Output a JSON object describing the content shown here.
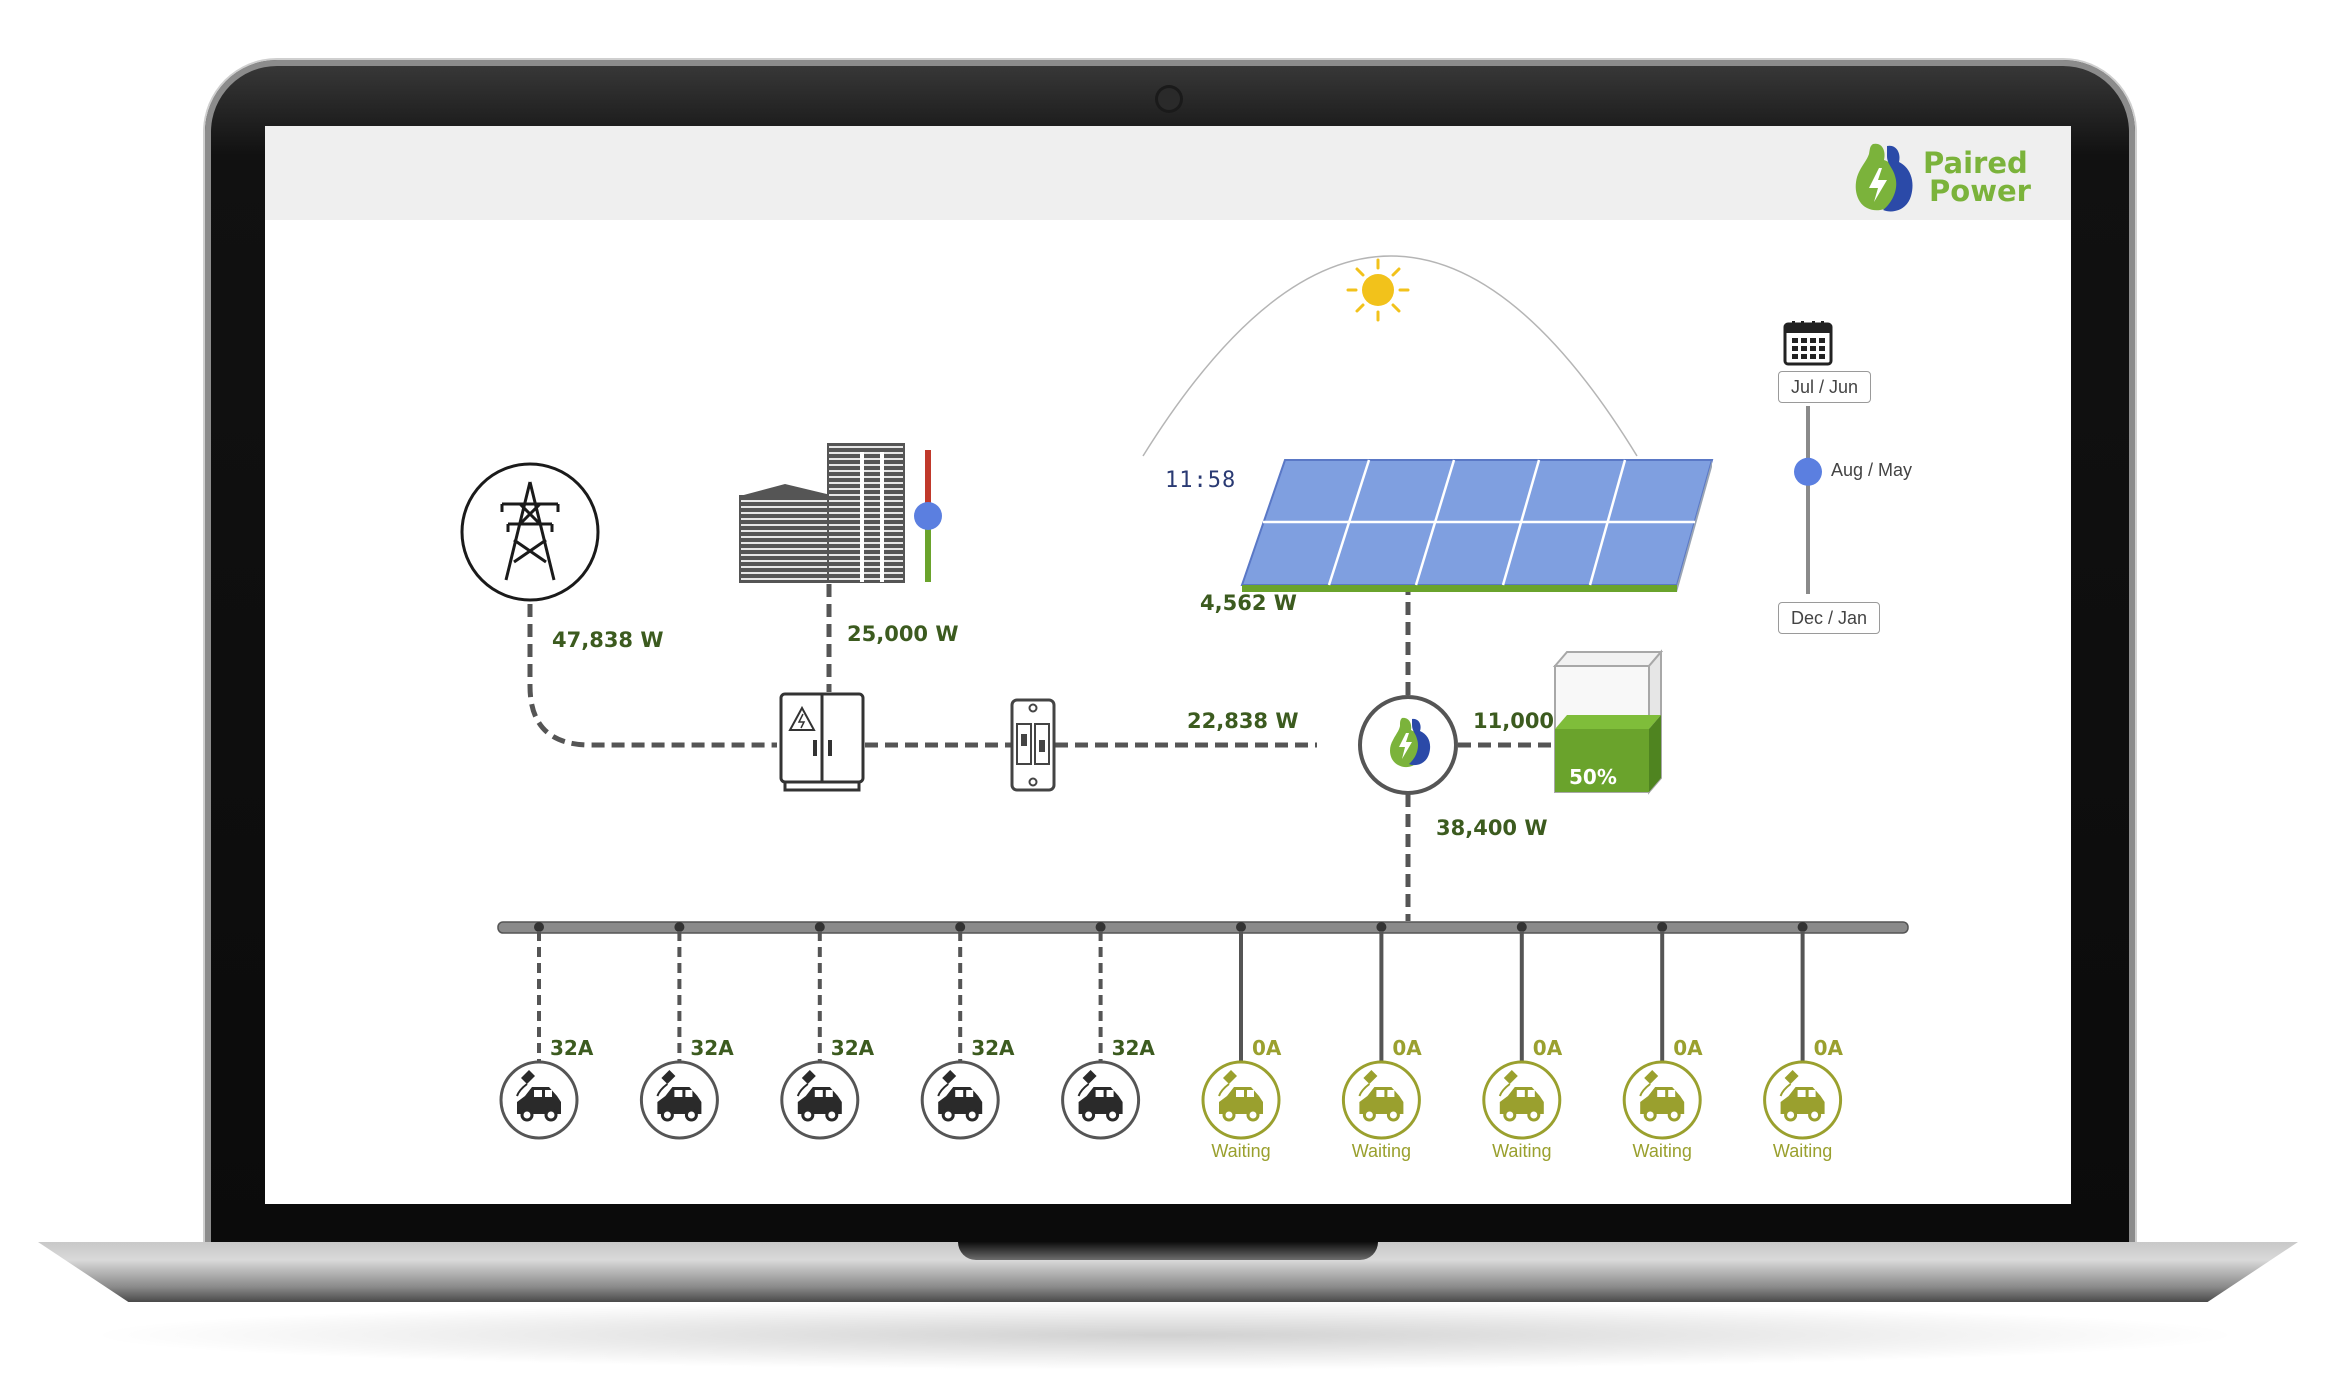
{
  "brand": {
    "line1": "Paired",
    "line2": "Power",
    "color": "#7bb33b"
  },
  "flows": {
    "grid": "47,838 W",
    "building": "25,000 W",
    "solar": "4,562 W",
    "to_hub": "22,838 W",
    "battery": "11,000 W",
    "chargers": "38,400 W"
  },
  "solar_clock": "11:58",
  "battery": {
    "level_pct": 50,
    "label": "50%"
  },
  "building_slider": {
    "level": 0.5
  },
  "season_selector": {
    "top": "Jul / Jun",
    "selected": "Aug / May",
    "bottom": "Dec / Jan",
    "selected_fraction": 0.35
  },
  "chargers": [
    {
      "current": "32A",
      "status": "",
      "active": true
    },
    {
      "current": "32A",
      "status": "",
      "active": true
    },
    {
      "current": "32A",
      "status": "",
      "active": true
    },
    {
      "current": "32A",
      "status": "",
      "active": true
    },
    {
      "current": "32A",
      "status": "",
      "active": true
    },
    {
      "current": "0A",
      "status": "Waiting",
      "active": false
    },
    {
      "current": "0A",
      "status": "Waiting",
      "active": false
    },
    {
      "current": "0A",
      "status": "Waiting",
      "active": false
    },
    {
      "current": "0A",
      "status": "Waiting",
      "active": false
    },
    {
      "current": "0A",
      "status": "Waiting",
      "active": false
    }
  ],
  "colors": {
    "label_green": "#3c5b1f",
    "idle_olive": "#9aa02e",
    "accent_blue": "#5b7fe0",
    "battery_green": "#6aa32c",
    "sun": "#f2c21b",
    "panel_blue": "#7f9fe0"
  },
  "icons": {
    "grid": "transmission-tower-icon",
    "building": "office-building-icon",
    "panel": "electrical-panel-icon",
    "breaker": "circuit-breaker-icon",
    "hub": "paired-power-hub-icon",
    "battery": "battery-storage-icon",
    "sun": "sun-icon",
    "calendar": "calendar-icon",
    "charger": "ev-charger-icon"
  }
}
